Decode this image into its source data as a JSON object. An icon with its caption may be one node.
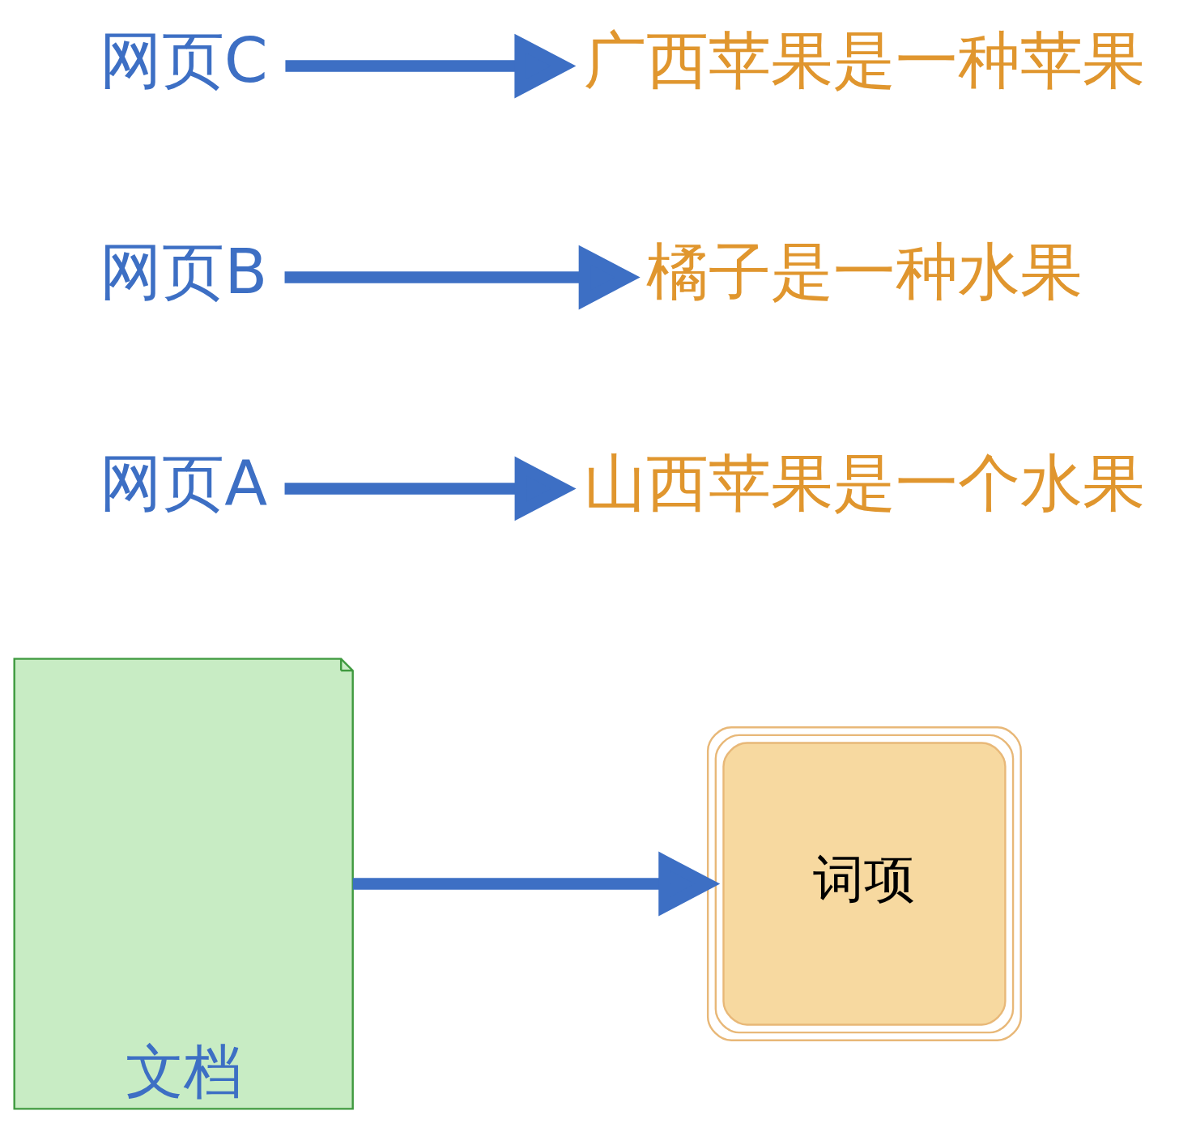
{
  "diagram": {
    "nodes": [
      {
        "text": [
          "文档"
        ]
      },
      {
        "text": [
          "词项"
        ]
      },
      {
        "text": [
          "网页A"
        ]
      },
      {
        "text": [
          "山西苹果是一个水果"
        ]
      },
      {
        "text": [
          "网页B"
        ]
      },
      {
        "text": [
          "橘子是一种水果"
        ]
      },
      {
        "text": [
          "网页C"
        ]
      },
      {
        "text": [
          "广西苹果是一种苹果"
        ]
      }
    ],
    "edges": [
      {
        "from": 0,
        "to": 1,
        "arrow": "to"
      },
      {
        "from": 2,
        "to": 3,
        "arrow": "to"
      },
      {
        "from": 4,
        "to": 5,
        "arrow": "to"
      },
      {
        "from": 6,
        "to": 7,
        "arrow": "to"
      }
    ]
  }
}
